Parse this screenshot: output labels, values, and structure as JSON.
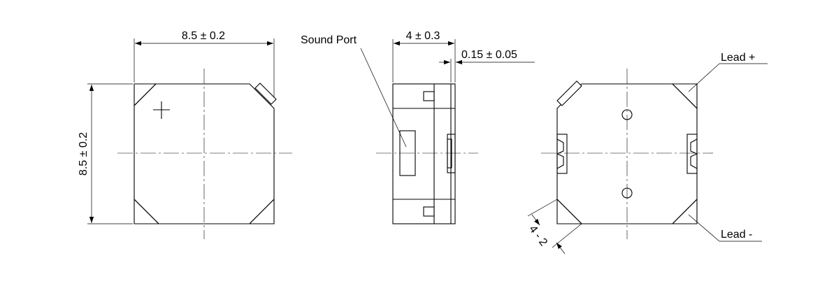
{
  "diagram": {
    "front_view": {
      "width_dimension": "8.5 ± 0.2",
      "height_dimension": "8.5 ± 0.2",
      "polarity_mark": "+"
    },
    "side_view": {
      "sound_port_label": "Sound Port",
      "thickness_dimension": "4 ± 0.3",
      "lead_thickness_dimension": "0.15 ± 0.05"
    },
    "bottom_view": {
      "lead_plus_label": "Lead +",
      "lead_minus_label": "Lead -",
      "corner_dimension": "4 - 2"
    }
  }
}
